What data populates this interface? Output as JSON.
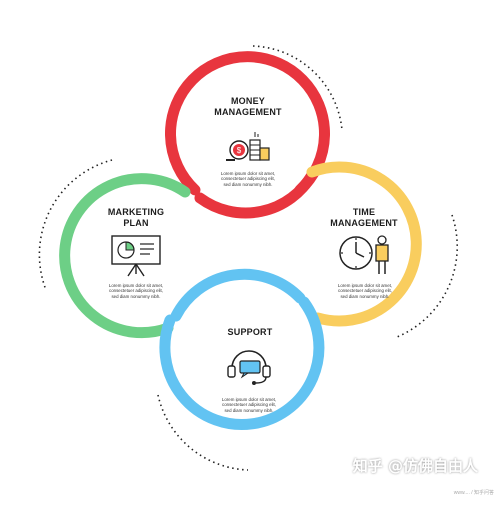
{
  "colors": {
    "red": "#e8353e",
    "green": "#6dcf86",
    "yellow": "#f9cd5e",
    "blue": "#62c3f2",
    "dark": "#222222"
  },
  "nodes": [
    {
      "id": "money",
      "title_line1": "MONEY",
      "title_line2": "MANAGEMENT",
      "icon": "coins-money-icon",
      "desc": [
        "Lorem ipsum dolor sit amet,",
        "consectetuer adipiscing elit,",
        "sed diam nonummy nibh."
      ]
    },
    {
      "id": "marketing",
      "title_line1": "MARKETING",
      "title_line2": "PLAN",
      "icon": "presentation-board-icon",
      "desc": [
        "Lorem ipsum dolor sit amet,",
        "consectetuer adipiscing elit,",
        "sed diam nonummy nibh."
      ]
    },
    {
      "id": "time",
      "title_line1": "TIME",
      "title_line2": "MANAGEMENT",
      "icon": "clock-person-icon",
      "desc": [
        "Lorem ipsum dolor sit amet,",
        "consectetuer adipiscing elit,",
        "sed diam nonummy nibh."
      ]
    },
    {
      "id": "support",
      "title_line1": "SUPPORT",
      "title_line2": "",
      "icon": "headset-chat-icon",
      "desc": [
        "Lorem ipsum dolor sit amet,",
        "consectetuer adipiscing elit,",
        "sed diam nonummy nibh."
      ]
    }
  ],
  "watermark": "知乎 @仿佛自由人",
  "watermark_small": "www.... / 知乎问答"
}
